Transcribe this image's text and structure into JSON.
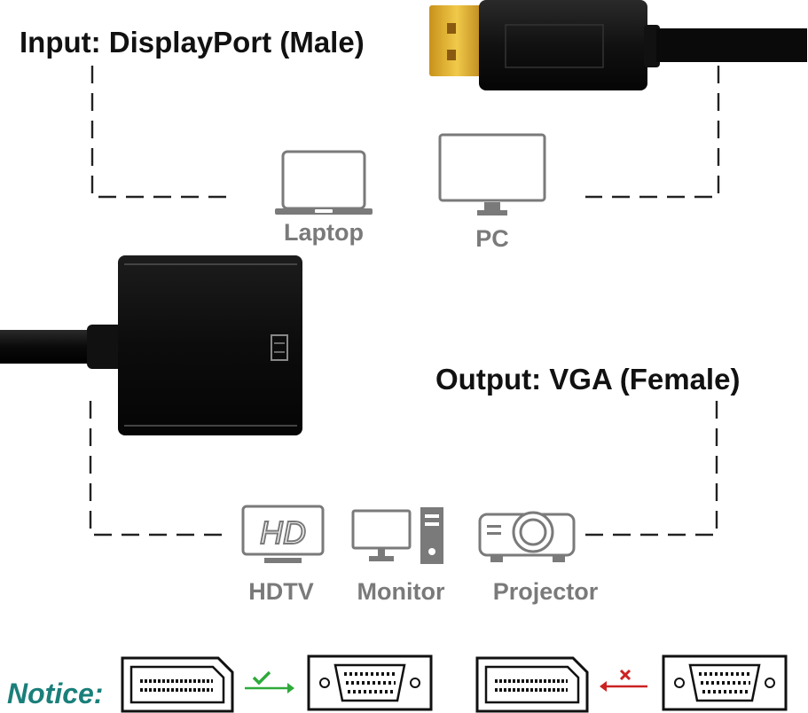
{
  "input_title": "Input: DisplayPort (Male)",
  "output_title": "Output: VGA (Female)",
  "input_devices": [
    {
      "label": "Laptop",
      "icon": "laptop-icon"
    },
    {
      "label": "PC",
      "icon": "pc-monitor-icon"
    }
  ],
  "output_devices": [
    {
      "label": "HDTV",
      "icon": "hdtv-icon"
    },
    {
      "label": "Monitor",
      "icon": "monitor-tower-icon"
    },
    {
      "label": "Projector",
      "icon": "projector-icon"
    }
  ],
  "hdtv_icon_text": "HD",
  "notice": {
    "label": "Notice:",
    "supported_icon": "green-check-arrow-right-icon",
    "unsupported_icon": "red-x-arrow-left-icon"
  },
  "colors": {
    "device_gray": "#7a7a7a",
    "notice_teal": "#1a7f7a",
    "check_green": "#2eaa3a",
    "cross_red": "#cc2222",
    "connector_gold": "#d8a524"
  }
}
